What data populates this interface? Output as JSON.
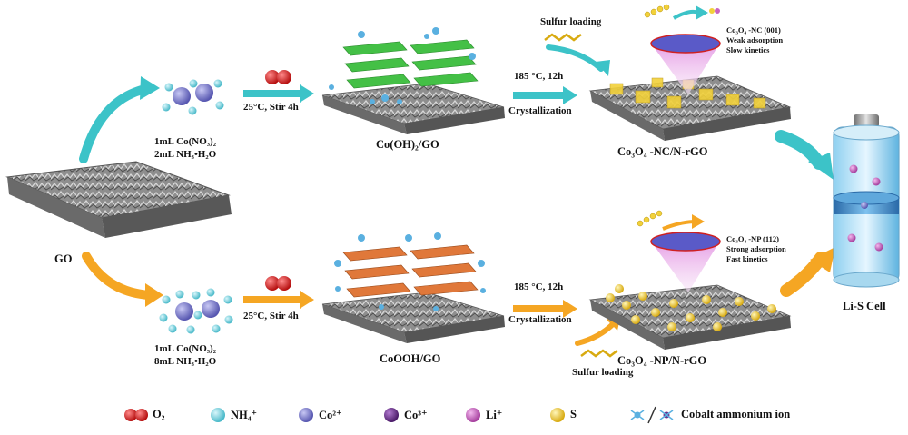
{
  "start": {
    "label": "GO"
  },
  "top_route": {
    "reagents": {
      "line1": "1mL Co(NO₃)₂",
      "line2": "2mL NH₃•H₂O"
    },
    "step1_condition": "25°C, Stir 4h",
    "intermediate": "Co(OH)₂/GO",
    "step2_condition": "185 °C, 12h",
    "step2_process": "Crystallization",
    "sulfur_loading": "Sulfur loading",
    "product": "Co₃O₄ -NC/N-rGO",
    "annotation": {
      "line1": "Co₃O₄ -NC (001)",
      "line2": "Weak adsorption",
      "line3": "Slow kinetics"
    }
  },
  "bottom_route": {
    "reagents": {
      "line1": "1mL Co(NO₃)₂",
      "line2": "8mL NH₃•H₂O"
    },
    "step1_condition": "25°C, Stir 4h",
    "intermediate": "CoOOH/GO",
    "step2_condition": "185 °C, 12h",
    "step2_process": "Crystallization",
    "sulfur_loading": "Sulfur loading",
    "product": "Co₃O₄ -NP/N-rGO",
    "annotation": {
      "line1": "Co₃O₄ -NP (112)",
      "line2": "Strong adsorption",
      "line3": "Fast kinetics"
    }
  },
  "cell": {
    "label": "Li-S Cell"
  },
  "legend": [
    {
      "label": "O₂",
      "color": "#d42020"
    },
    {
      "label": "NH₄⁺",
      "color": "#7fd6e3"
    },
    {
      "label": "Co²⁺",
      "color": "#7f7fd0"
    },
    {
      "label": "Co³⁺",
      "color": "#6b2f8c"
    },
    {
      "label": "Li⁺",
      "color": "#c964c0"
    },
    {
      "label": "S",
      "color": "#f2d13a"
    },
    {
      "label": "Cobalt ammonium ion",
      "color": "#5ab0e0"
    }
  ],
  "colors": {
    "top_arrow": "#3cc3c8",
    "bottom_arrow": "#f5a623",
    "sheet": "#8a8a8a",
    "green_plate": "#44c046",
    "orange_plate": "#e0783a"
  }
}
